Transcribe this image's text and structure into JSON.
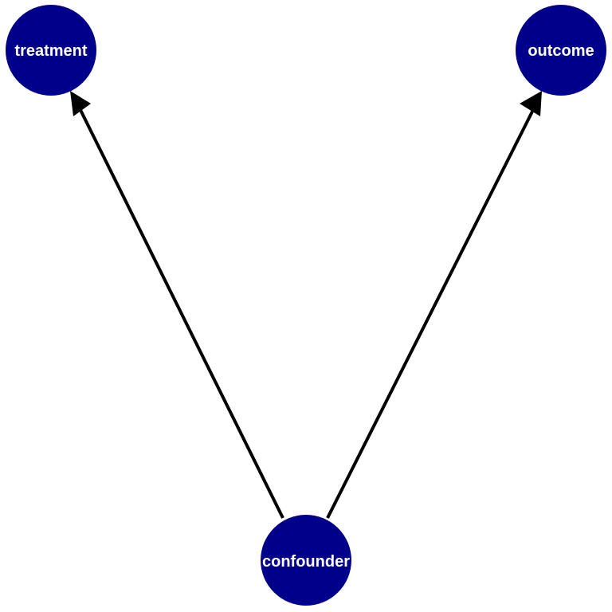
{
  "colors": {
    "node_fill": "#00008b",
    "node_text": "#ffffff",
    "edge": "#000000",
    "background": "#ffffff"
  },
  "nodes": {
    "treatment": {
      "label": "treatment"
    },
    "outcome": {
      "label": "outcome"
    },
    "confounder": {
      "label": "confounder"
    }
  },
  "edges": [
    {
      "from": "confounder",
      "to": "treatment"
    },
    {
      "from": "confounder",
      "to": "outcome"
    }
  ]
}
